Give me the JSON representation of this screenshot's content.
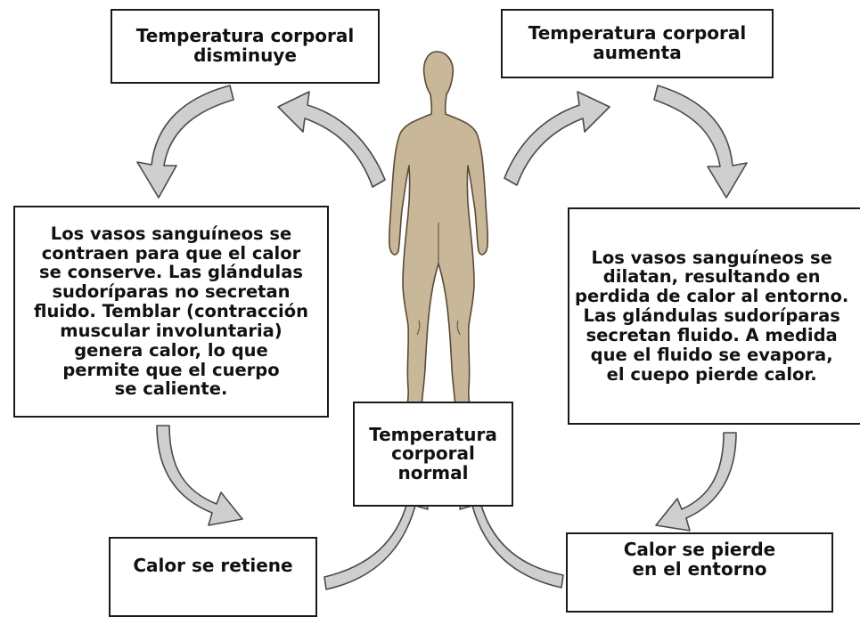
{
  "boxes": {
    "top_left": [
      "Temperatura corporal",
      "disminuye"
    ],
    "top_right": [
      "Temperatura corporal",
      "aumenta"
    ],
    "left": [
      "Los vasos sanguíneos se",
      "contraen para que el calor",
      "se conserve. Las glándulas",
      "sudoríparas no secretan",
      "fluido. Temblar  (contracción",
      "muscular involuntaria)",
      "genera calor,  lo que",
      "permite que el cuerpo",
      "se caliente."
    ],
    "right": [
      "Los vasos sanguíneos se",
      "dilatan, resultando en",
      "perdida de calor al entorno.",
      "Las glándulas sudoríparas",
      "secretan fluido. A medida",
      "que el fluido se evapora,",
      "el cuepo pierde calor."
    ],
    "center": [
      "Temperatura",
      "corporal",
      "normal"
    ],
    "bottom_left": [
      "Calor  se retiene"
    ],
    "bottom_right": [
      "Calor se pierde",
      "en el entorno"
    ]
  },
  "illustration": {
    "figure": "human-body-figure",
    "arrow_color": "#cfcfcf",
    "body_color": "#c9b79a"
  }
}
